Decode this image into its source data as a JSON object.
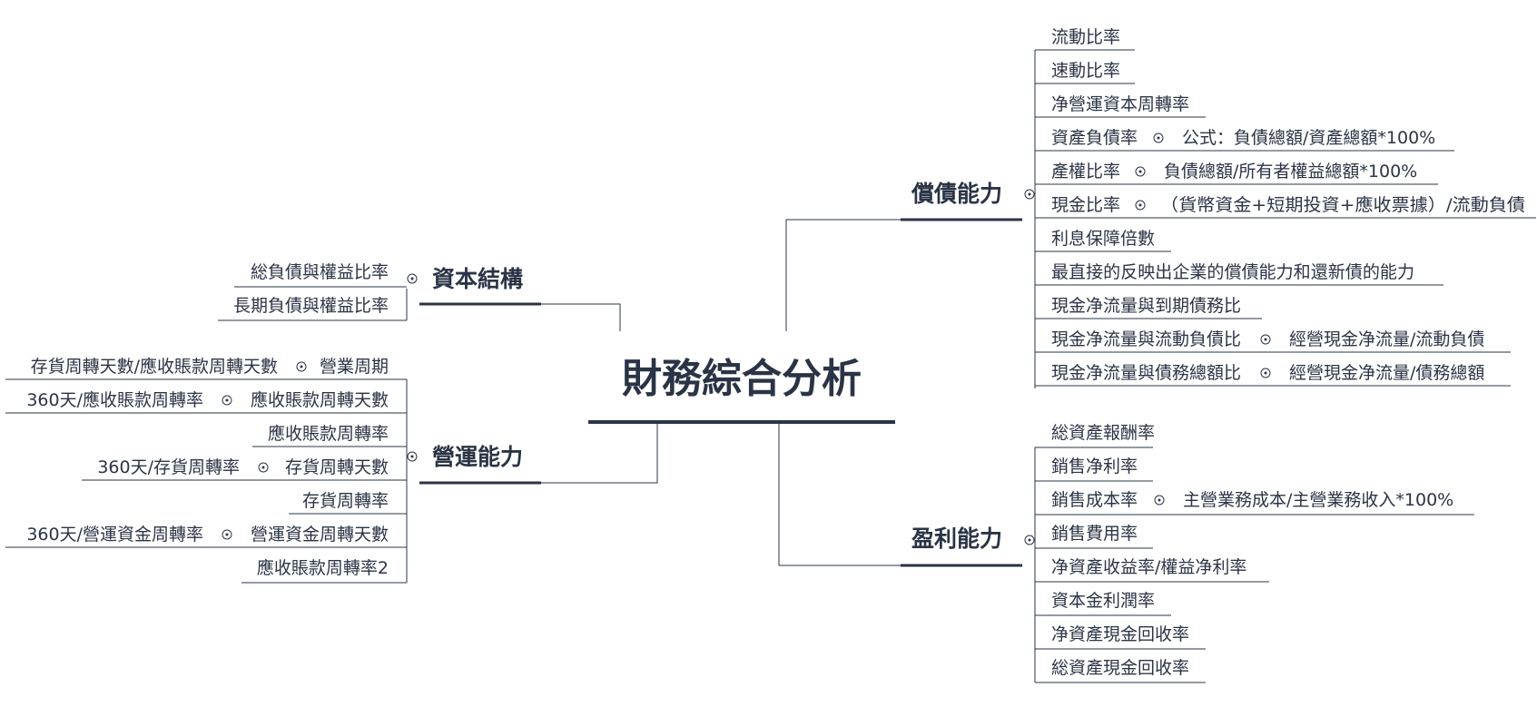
{
  "mindmap": {
    "root": {
      "label": "財務綜合分析"
    },
    "branches": [
      {
        "id": "solvency",
        "label": "償債能力",
        "children": [
          {
            "label": "流動比率"
          },
          {
            "label": "速動比率"
          },
          {
            "label": "净營運資本周轉率"
          },
          {
            "label": "資產負債率",
            "detail": "公式：負債總額/資產總額*100%"
          },
          {
            "label": "產權比率",
            "detail": "負債總額/所有者權益總額*100%"
          },
          {
            "label": "現金比率",
            "detail": "（貨幣資金+短期投資+應收票據）/流動負債"
          },
          {
            "label": "利息保障倍數"
          },
          {
            "label": "最直接的反映出企業的償債能力和還新債的能力"
          },
          {
            "label": "現金净流量與到期債務比"
          },
          {
            "label": "現金净流量與流動負債比",
            "detail": "經營現金净流量/流動負債"
          },
          {
            "label": "現金净流量與債務總額比",
            "detail": "經營現金净流量/債務總額"
          }
        ]
      },
      {
        "id": "profitability",
        "label": "盈利能力",
        "children": [
          {
            "label": "総資產報酬率"
          },
          {
            "label": "銷售净利率"
          },
          {
            "label": "銷售成本率",
            "detail": "主營業務成本/主營業務收入*100%"
          },
          {
            "label": "銷售費用率"
          },
          {
            "label": "净資產收益率/權益净利率"
          },
          {
            "label": "資本金利潤率"
          },
          {
            "label": "净資產現金回收率"
          },
          {
            "label": "総資產現金回收率"
          }
        ]
      },
      {
        "id": "capital-structure",
        "label": "資本結構",
        "children": [
          {
            "label": "総負債與權益比率"
          },
          {
            "label": "長期負債與權益比率"
          }
        ]
      },
      {
        "id": "operating-capacity",
        "label": "營運能力",
        "children": [
          {
            "label": "營業周期",
            "detail": "存貨周轉天數/應收賬款周轉天數"
          },
          {
            "label": "應收賬款周轉天數",
            "detail": "360天/應收賬款周轉率"
          },
          {
            "label": "應收賬款周轉率"
          },
          {
            "label": "存貨周轉天數",
            "detail": "360天/存貨周轉率"
          },
          {
            "label": "存貨周轉率"
          },
          {
            "label": "營運資金周轉天數",
            "detail": "360天/營運資金周轉率"
          },
          {
            "label": "應收賬款周轉率2"
          }
        ]
      }
    ]
  }
}
